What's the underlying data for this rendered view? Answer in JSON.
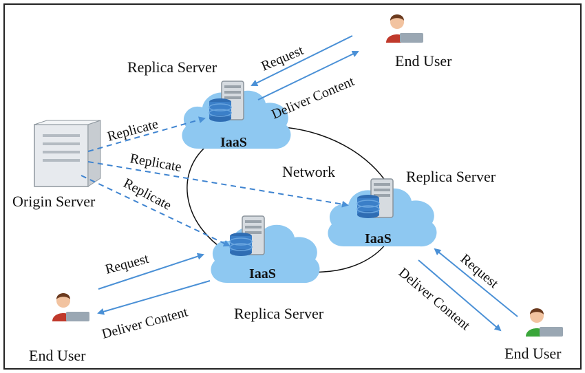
{
  "colors": {
    "cloud": "#8ec8f1",
    "arrow": "#4a90d6",
    "dashed_arrow": "#3f84d0",
    "network_line": "#111111",
    "frame": "#222222",
    "user_red_shirt": "#c0392b",
    "user_green_shirt": "#3aa63a",
    "user_skin": "#f2c3a0",
    "user_hair": "#6b3a1e",
    "laptop": "#9aa7b3"
  },
  "origin": {
    "label": "Origin Server"
  },
  "network": {
    "label": "Network"
  },
  "replicas": {
    "top": {
      "title": "Replica Server",
      "service": "IaaS"
    },
    "right": {
      "title": "Replica Server",
      "service": "IaaS"
    },
    "bottom": {
      "title": "Replica Server",
      "service": "IaaS"
    }
  },
  "replicate_labels": {
    "a": "Replicate",
    "b": "Replicate",
    "c": "Replicate"
  },
  "users": {
    "top": {
      "label": "End User",
      "icon": "user-red-icon"
    },
    "left": {
      "label": "End User",
      "icon": "user-red-icon"
    },
    "right": {
      "label": "End User",
      "icon": "user-green-icon"
    }
  },
  "flows": {
    "top": {
      "request": "Request",
      "deliver": "Deliver Content"
    },
    "left": {
      "request": "Request",
      "deliver": "Deliver Content"
    },
    "right": {
      "request": "Request",
      "deliver": "Deliver Content"
    }
  }
}
